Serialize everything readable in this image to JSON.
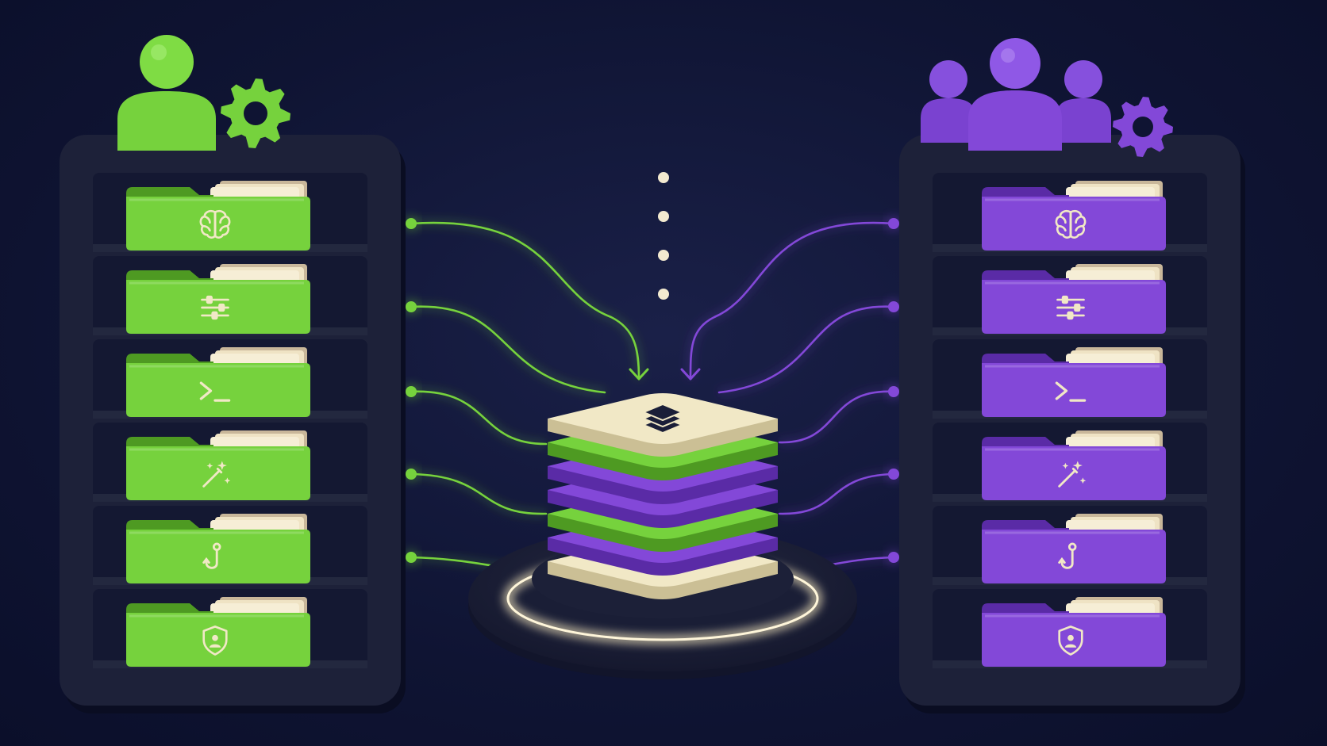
{
  "colors": {
    "background": "#0f1433",
    "shelf": "#1d2139",
    "shelf_slot": "#141832",
    "green": "#76d23d",
    "green_dark": "#4e9a22",
    "purple": "#8348d8",
    "purple_dark": "#5a2ba6",
    "cream": "#f1e8c6",
    "paper": "#efe3c4",
    "glow": "#fff1c4",
    "dot": "#f3ead0"
  },
  "diagram": {
    "left_cabinet": {
      "owner_icon": "single-user-icon",
      "settings_icon": "gear-icon",
      "folders": [
        {
          "icon": "brain-icon"
        },
        {
          "icon": "sliders-icon"
        },
        {
          "icon": "terminal-icon"
        },
        {
          "icon": "magic-wand-icon"
        },
        {
          "icon": "hook-icon"
        },
        {
          "icon": "shield-user-icon"
        }
      ],
      "connected_folders": 5
    },
    "right_cabinet": {
      "owner_icon": "user-group-icon",
      "settings_icon": "gear-icon",
      "folders": [
        {
          "icon": "brain-icon"
        },
        {
          "icon": "sliders-icon"
        },
        {
          "icon": "terminal-icon"
        },
        {
          "icon": "magic-wand-icon"
        },
        {
          "icon": "hook-icon"
        },
        {
          "icon": "shield-user-icon"
        }
      ],
      "connected_folders": 5
    },
    "center_stack": {
      "top_icon": "layers-icon",
      "layers_top_to_bottom": [
        "cream",
        "green",
        "purple",
        "purple",
        "green",
        "purple",
        "cream"
      ]
    },
    "ellipsis_dots": 4
  }
}
